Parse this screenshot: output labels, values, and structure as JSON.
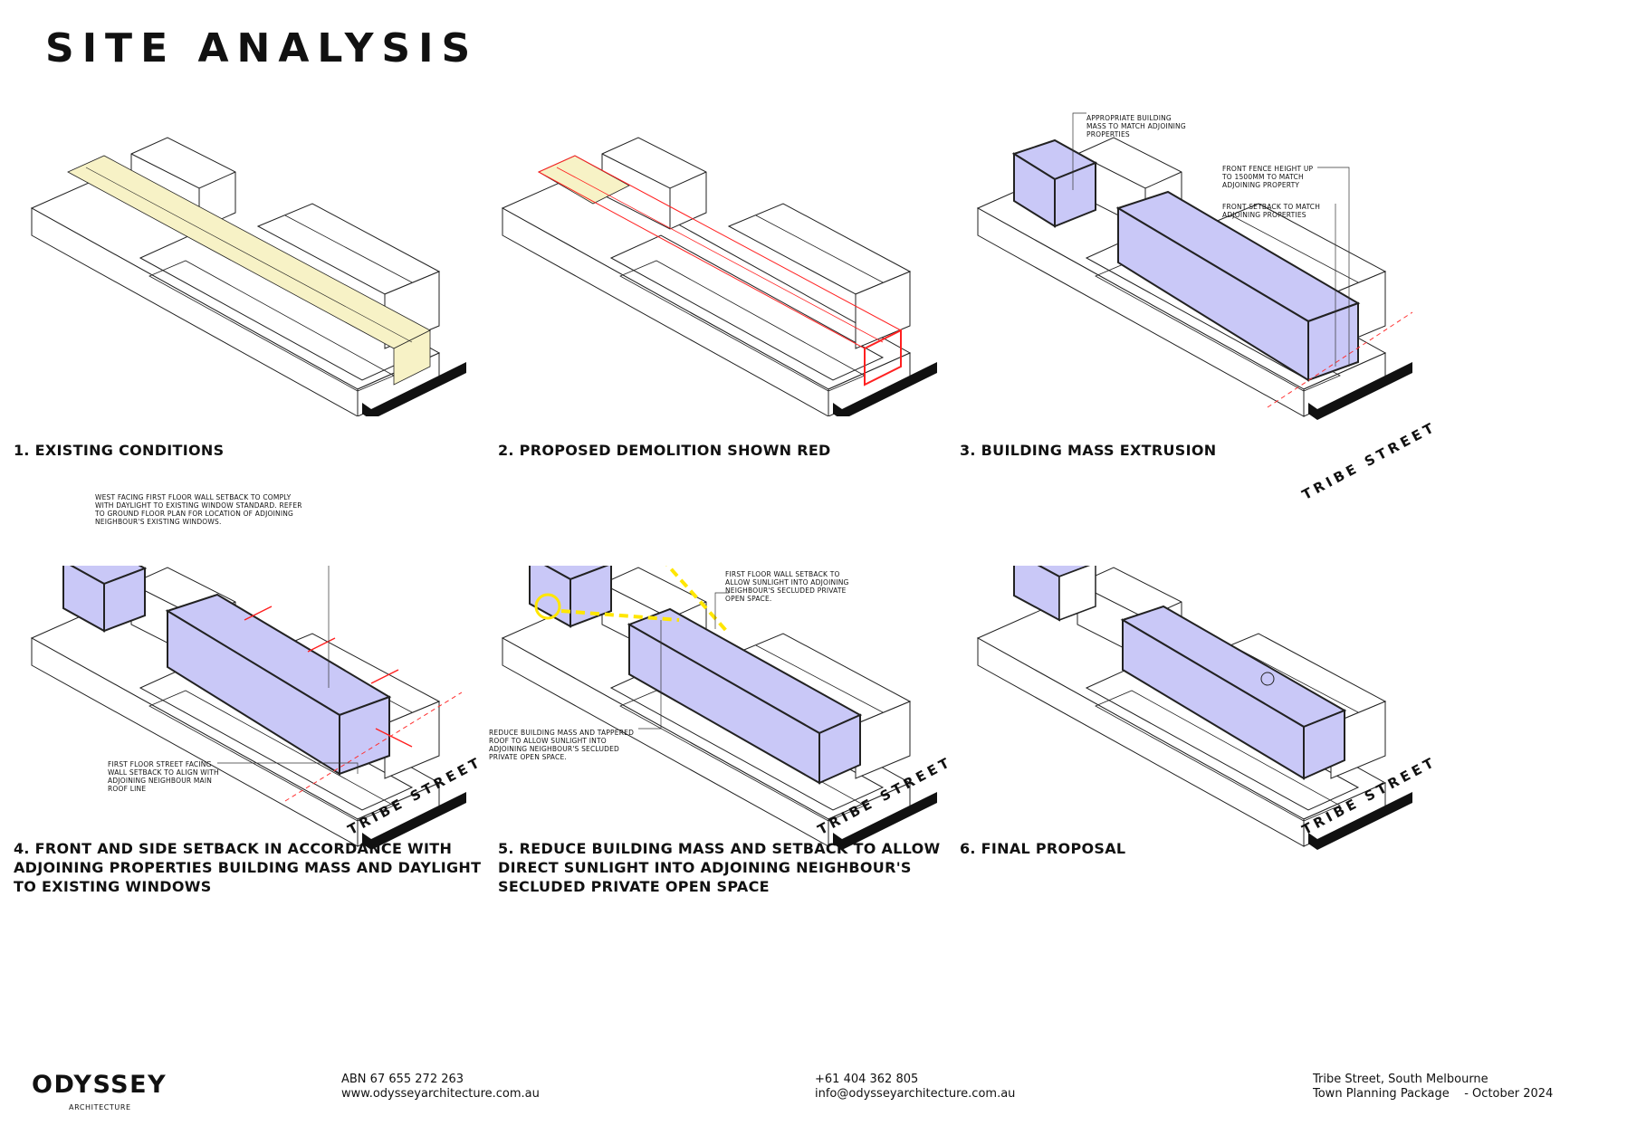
{
  "title": "SITE ANALYSIS",
  "colors": {
    "existing": "#f7f2c6",
    "demolition": "#ff2020",
    "mass": "#c9c8f7",
    "sun": "#ffe600",
    "line": "#222222"
  },
  "panels": [
    {
      "caption": "1. EXISTING CONDITIONS"
    },
    {
      "caption": "2. PROPOSED DEMOLITION SHOWN RED"
    },
    {
      "caption": "3. BUILDING MASS EXTRUSION",
      "notes": [
        "APPROPRIATE BUILDING MASS TO MATCH ADJOINING PROPERTIES",
        "FRONT FENCE HEIGHT UP TO 1500MM TO MATCH ADJOINING PROPERTY",
        "FRONT SETBACK TO MATCH ADJOINING PROPERTIES"
      ],
      "street": "TRIBE STREET"
    },
    {
      "caption": "4. FRONT AND SIDE SETBACK IN ACCORDANCE WITH ADJOINING PROPERTIES BUILDING MASS AND DAYLIGHT TO EXISTING WINDOWS",
      "notes": [
        "WEST FACING FIRST FLOOR WALL SETBACK TO COMPLY WITH DAYLIGHT TO EXISTING WINDOW STANDARD. REFER TO GROUND FLOOR PLAN FOR LOCATION OF ADJOINING NEIGHBOUR'S EXISTING WINDOWS.",
        "FIRST FLOOR STREET FACING WALL SETBACK TO ALIGN WITH ADJOINING NEIGHBOUR MAIN ROOF LINE"
      ],
      "street": "TRIBE STREET"
    },
    {
      "caption": "5. REDUCE BUILDING MASS AND SETBACK TO ALLOW DIRECT SUNLIGHT INTO ADJOINING NEIGHBOUR'S SECLUDED PRIVATE OPEN SPACE",
      "notes": [
        "FIRST FLOOR WALL SETBACK TO ALLOW SUNLIGHT INTO ADJOINING NEIGHBOUR'S SECLUDED PRIVATE OPEN SPACE.",
        "REDUCE BUILDING MASS AND TAPPERED ROOF TO ALLOW SUNLIGHT INTO ADJOINING NEIGHBOUR'S SECLUDED PRIVATE OPEN SPACE."
      ],
      "street": "TRIBE STREET"
    },
    {
      "caption": "6. FINAL PROPOSAL",
      "street": "TRIBE STREET"
    }
  ],
  "footer": {
    "brand": "ODYSSEY",
    "brand_sub": "ARCHITECTURE",
    "abn": "ABN 67 655 272 263",
    "website": "www.odysseyarchitecture.com.au",
    "phone": "+61 404 362 805",
    "email": "info@odysseyarchitecture.com.au",
    "address": "Tribe Street, South Melbourne",
    "package": "Town Planning Package    - October 2024"
  }
}
